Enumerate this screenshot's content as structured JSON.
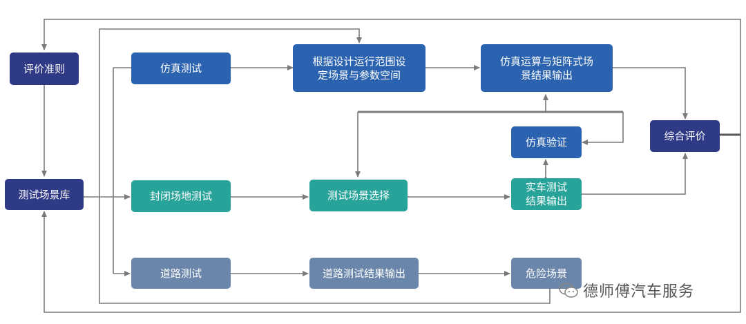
{
  "nodes": {
    "criteria": "评价准则",
    "library": "测试场景库",
    "sim_test": "仿真测试",
    "closed_test": "封闭场地测试",
    "road_test": "道路测试",
    "define_space": "根据设计运行范围设\n定场景与参数空间",
    "sim_output": "仿真运算与矩阵式场\n景结果输出",
    "sim_verify": "仿真验证",
    "scene_select": "测试场景选择",
    "real_output": "实车测试\n结果输出",
    "road_output": "道路测试结果输出",
    "danger": "危险场景",
    "overall": "综合评价"
  },
  "watermark": "德师傅汽车服务",
  "colors": {
    "navy": "#2f3a86",
    "blue": "#2b63b0",
    "teal": "#27a39a",
    "slate": "#6a86aa",
    "line": "#7a7a7a"
  }
}
